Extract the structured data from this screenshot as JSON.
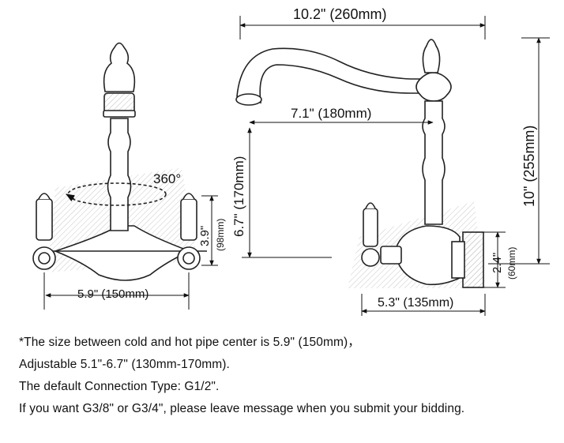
{
  "dimensions": {
    "left_rotation": "360°",
    "left_height": "3.9\"",
    "left_height_mm": "(98mm)",
    "left_width": "5.9\" (150mm)",
    "top_width": "10.2\" (260mm)",
    "reach": "7.1\" (180mm)",
    "spout_height": "6.7\" (170mm)",
    "total_height": "10\" (255mm)",
    "flange": "2.4\"",
    "flange_mm": "(60mm)",
    "base_width": "5.3\" (135mm)"
  },
  "notes": [
    "*The size between cold and hot pipe center is 5.9\" (150mm)，",
    "Adjustable 5.1\"-6.7\" (130mm-170mm).",
    "The default Connection Type: G1/2\".",
    "If you want G3/8\" or G3/4\", please leave message when you submit your bidding."
  ]
}
